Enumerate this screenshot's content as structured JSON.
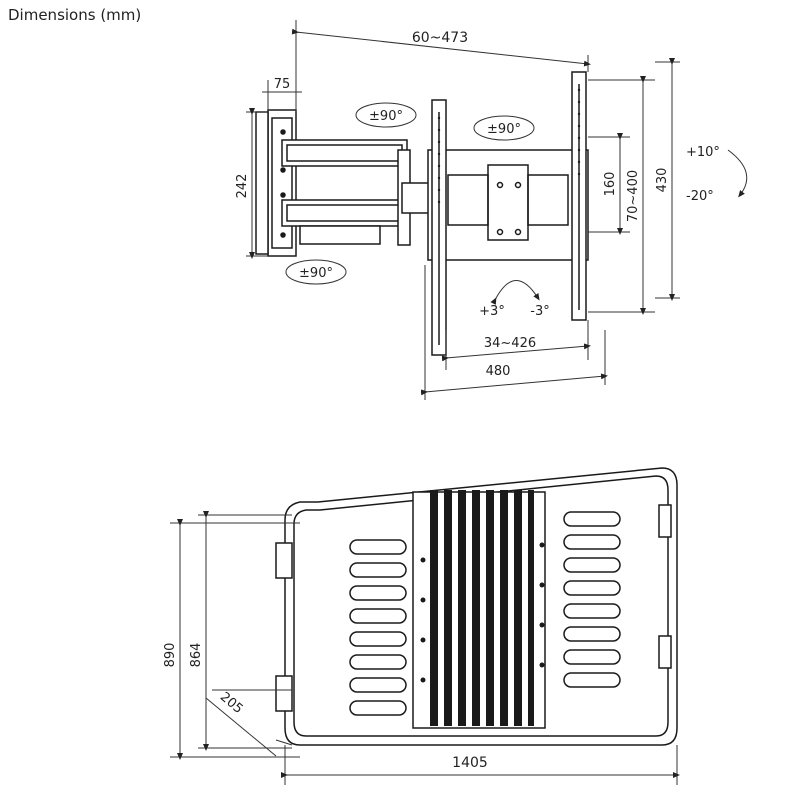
{
  "header": {
    "title": "Dimensions (mm)"
  },
  "mount": {
    "arm_extension": "60~473",
    "wall_plate_depth": "75",
    "wall_plate_height": "242",
    "swivel_top_left": "±90°",
    "swivel_top_right": "±90°",
    "swivel_bottom": "±90°",
    "tilt_up": "+10°",
    "tilt_down": "-20°",
    "level_left": "+3°",
    "level_right": "-3°",
    "vesa_vertical_min": "160",
    "vesa_vertical_range": "70~400",
    "overall_height": "430",
    "vesa_horizontal_range": "34~426",
    "overall_width": "480"
  },
  "tv": {
    "height_outer": "890",
    "height_inner": "864",
    "depth": "205",
    "width": "1405"
  },
  "colors": {
    "line": "#1a1a1a",
    "dim": "#333333",
    "background": "#ffffff"
  }
}
